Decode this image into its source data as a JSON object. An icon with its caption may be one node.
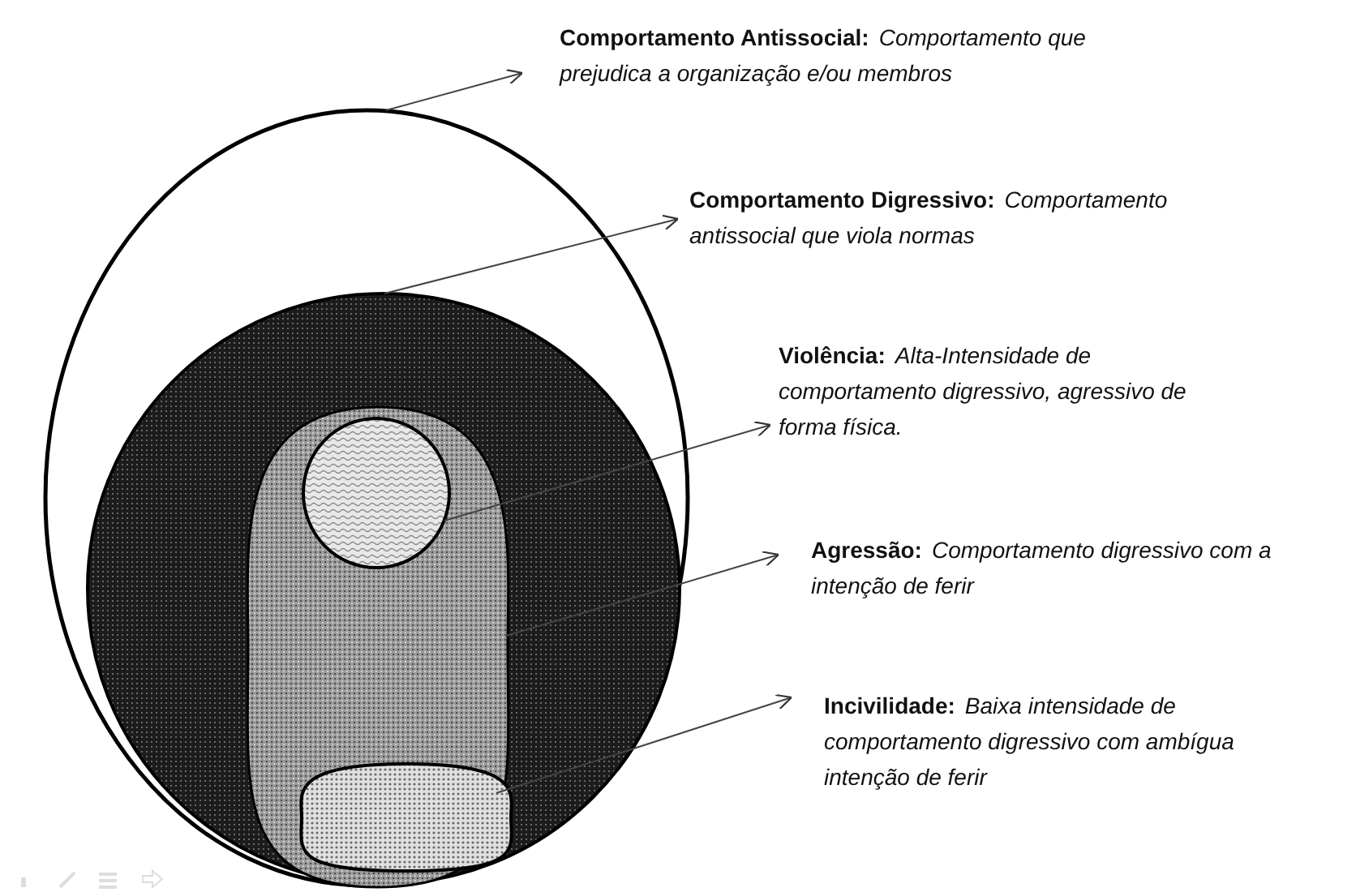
{
  "diagram": {
    "nodes": [
      {
        "text": [],
        "shape": "circle"
      },
      {
        "text": [],
        "shape": "circle",
        "in": 0
      },
      {
        "text": [],
        "shape": "oval",
        "in": 1
      },
      {
        "text": [],
        "shape": "circle",
        "in": 2
      },
      {
        "text": [],
        "shape": "oval",
        "in": 2
      },
      {
        "text": [
          "Comportamento Antissocial:",
          "Comportamento que prejudica a organização e/ou membros"
        ]
      },
      {
        "text": [
          "Comportamento Digressivo:",
          "Comportamento antissocial que viola normas"
        ]
      },
      {
        "text": [
          "Violência:",
          "Alta-Intensidade de comportamento digressivo,  agressivo de forma física."
        ]
      },
      {
        "text": [
          "Agressão:",
          "Comportamento digressivo com a intenção de ferir"
        ]
      },
      {
        "text": [
          "Incivilidade:",
          "Baixa intensidade de comportamento digressivo com ambígua intenção de ferir"
        ]
      }
    ],
    "edges": [
      {
        "from": 0,
        "to": 5,
        "arrow": "to"
      },
      {
        "from": 1,
        "to": 6,
        "arrow": "to"
      },
      {
        "from": 3,
        "to": 7,
        "arrow": "to"
      },
      {
        "from": 2,
        "to": 8,
        "arrow": "to"
      },
      {
        "from": 4,
        "to": 9,
        "arrow": "to"
      }
    ]
  }
}
